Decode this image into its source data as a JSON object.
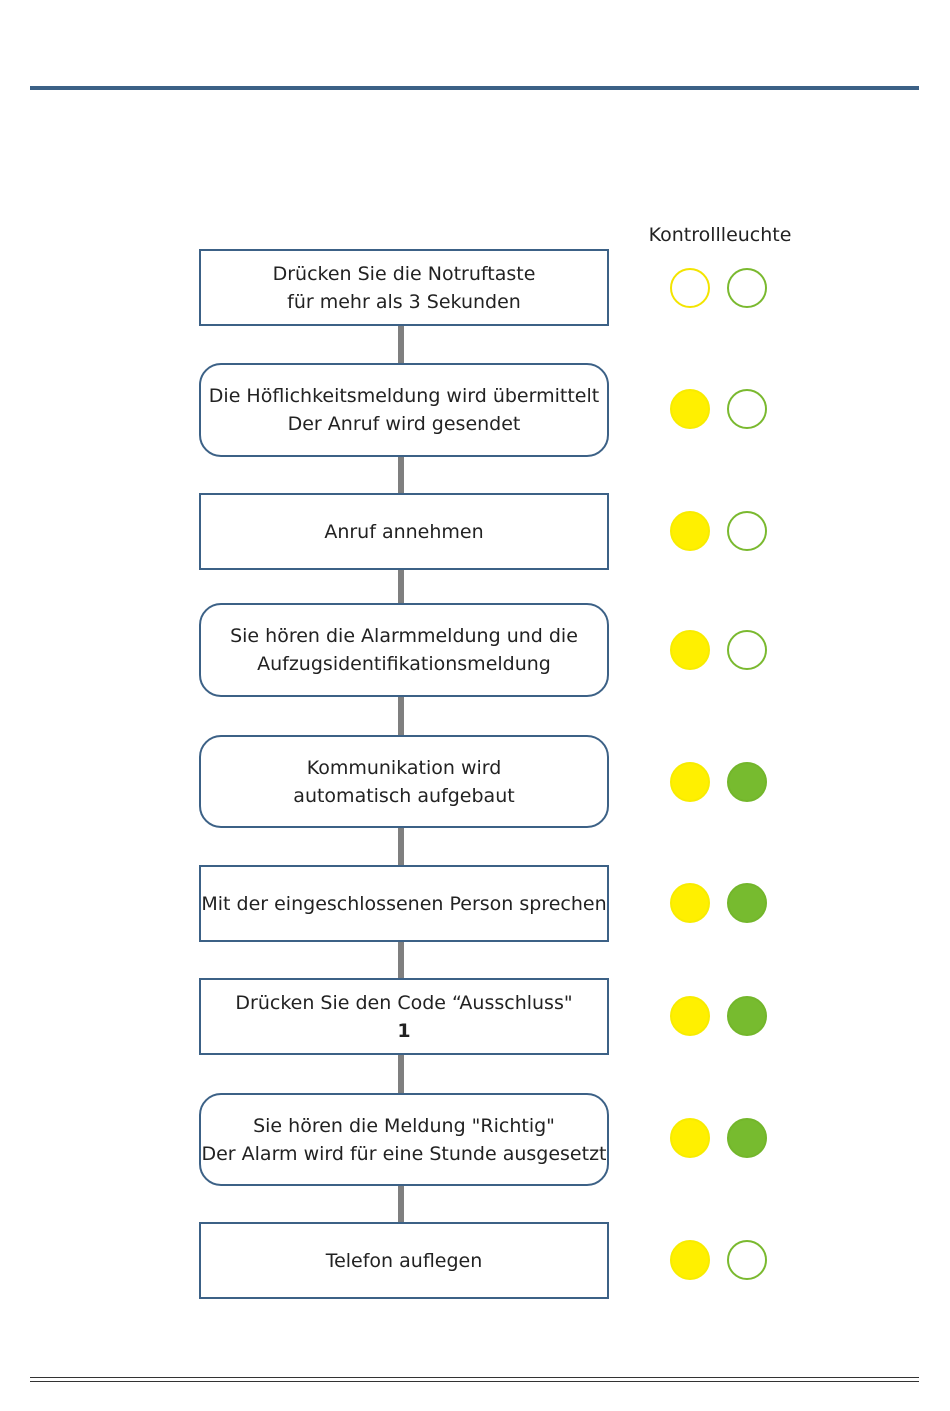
{
  "legend": {
    "title": "Kontrollleuchte"
  },
  "colors": {
    "rule": "#3c6186",
    "box_border": "#3c6186",
    "connector": "#7f7f7f",
    "yellow_lamp": "#fff000",
    "green_lamp": "#77bb2f"
  },
  "steps": [
    {
      "lines": [
        "Drücken Sie die Notruftaste",
        "für mehr als 3 Sekunden"
      ],
      "shape": "rectangle",
      "yellow_lamp": "off",
      "green_lamp": "off"
    },
    {
      "lines": [
        "Die Höflichkeitsmeldung wird übermittelt",
        "Der Anruf wird gesendet"
      ],
      "shape": "rounded",
      "yellow_lamp": "on",
      "green_lamp": "off"
    },
    {
      "lines": [
        "Anruf annehmen"
      ],
      "shape": "rectangle",
      "yellow_lamp": "on",
      "green_lamp": "off"
    },
    {
      "lines": [
        "Sie hören die Alarmmeldung und die",
        "Aufzugsidentifikationsmeldung"
      ],
      "shape": "rounded",
      "yellow_lamp": "on",
      "green_lamp": "off"
    },
    {
      "lines": [
        "Kommunikation wird",
        "automatisch aufgebaut"
      ],
      "shape": "rounded",
      "yellow_lamp": "on",
      "green_lamp": "on"
    },
    {
      "lines": [
        "Mit der eingeschlossenen Person sprechen"
      ],
      "shape": "rectangle",
      "yellow_lamp": "on",
      "green_lamp": "on"
    },
    {
      "lines": [
        "Drücken Sie den Code “Ausschluss\"",
        "1"
      ],
      "shape": "rectangle",
      "yellow_lamp": "on",
      "green_lamp": "on"
    },
    {
      "lines": [
        "Sie hören die Meldung \"Richtig\"",
        "Der Alarm wird für eine Stunde ausgesetzt"
      ],
      "shape": "rounded",
      "yellow_lamp": "on",
      "green_lamp": "on"
    },
    {
      "lines": [
        "Telefon auflegen"
      ],
      "shape": "rectangle",
      "yellow_lamp": "on",
      "green_lamp": "off"
    }
  ]
}
